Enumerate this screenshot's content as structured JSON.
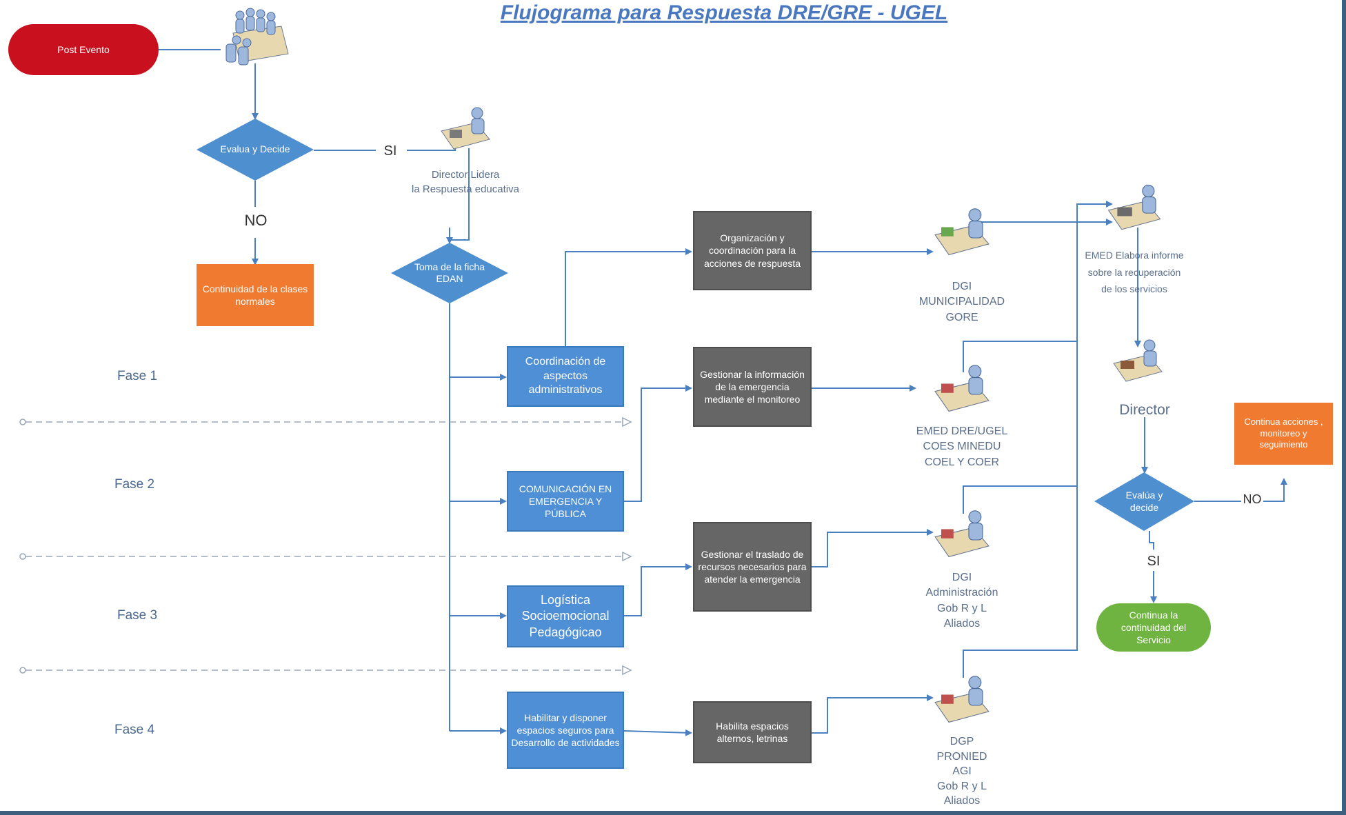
{
  "title": "Flujograma para Respuesta DRE/GRE - UGEL",
  "start": "Post Evento",
  "decision1": "Evalua y Decide",
  "si1": "SI",
  "no1": "NO",
  "continuity": "Continuidad de la clases normales",
  "director_lidera": [
    "Director Lidera",
    "la Respuesta educativa"
  ],
  "decision2": "Toma de la ficha EDAN",
  "phases": [
    "Fase 1",
    "Fase 2",
    "Fase 3",
    "Fase 4"
  ],
  "actions": [
    "Coordinación de aspectos administrativos",
    "COMUNICACIÓN EN EMERGENCIA Y PÚBLICA",
    "Logística Socioemocional Pedagógicao",
    "Habilitar y disponer espacios seguros para Desarrollo de actividades"
  ],
  "tasks": [
    "Organización y coordinación para la acciones de respuesta",
    "Gestionar la información de la emergencia mediante el monitoreo",
    "Gestionar el traslado de recursos necesarios para atender la emergencia",
    "Habilita espacios alternos, letrinas"
  ],
  "agents": [
    [
      "DGI",
      "MUNICIPALIDAD",
      "GORE"
    ],
    [
      "EMED DRE/UGEL",
      "COES MINEDU",
      "COEL Y COER"
    ],
    [
      "DGI",
      "Administración",
      "Gob R y L",
      "Aliados"
    ],
    [
      "DGP",
      "PRONIED",
      "AGI",
      "Gob R y L",
      "Aliados"
    ]
  ],
  "emed_report": [
    "EMED Elabora informe",
    "sobre la recuperación",
    "de los servicios"
  ],
  "director": "Director",
  "decision3": "Evalúa y decide",
  "no2": "NO",
  "si2": "SI",
  "continue_actions": "Continua acciones , monitoreo y seguimiento",
  "end": "Continua la continuidad del Servicio",
  "colors": {
    "start": "#c8101e",
    "decision": "#4e8fd0",
    "action": "#4f8fd6",
    "task": "#666666",
    "orange": "#f07a30",
    "end": "#6fb340",
    "line": "#4a7fc0",
    "title": "#4a78c0"
  }
}
